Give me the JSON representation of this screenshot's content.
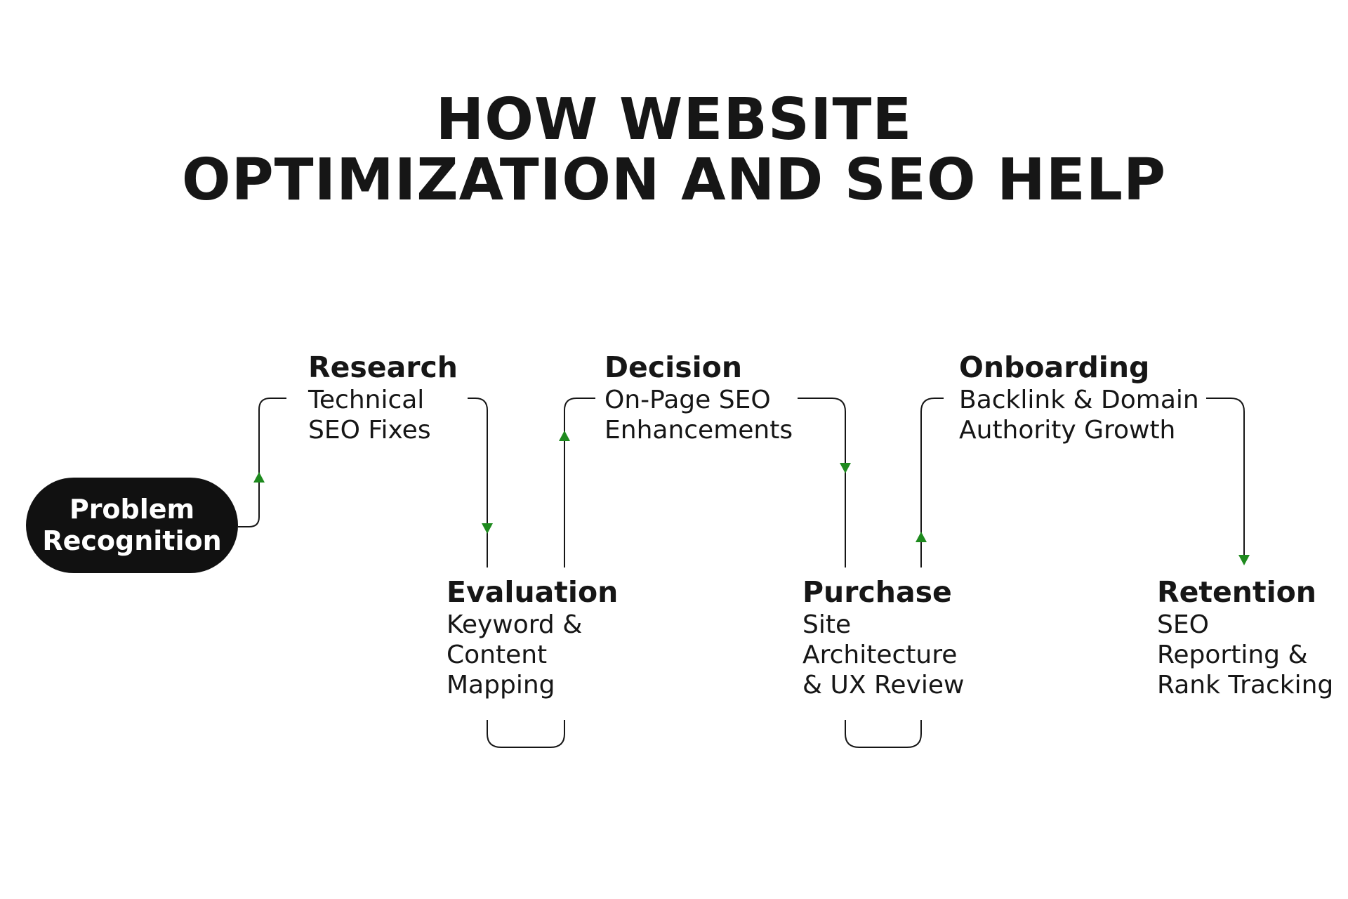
{
  "title": {
    "line1": "HOW WEBSITE",
    "line2": "OPTIMIZATION AND SEO HELP"
  },
  "start": {
    "line1": "Problem",
    "line2": "Recognition"
  },
  "stages": {
    "research": {
      "title": "Research",
      "desc": [
        "Technical",
        "SEO Fixes"
      ]
    },
    "evaluation": {
      "title": "Evaluation",
      "desc": [
        "Keyword &",
        "Content",
        "Mapping"
      ]
    },
    "decision": {
      "title": "Decision",
      "desc": [
        "On-Page SEO",
        "Enhancements"
      ]
    },
    "purchase": {
      "title": "Purchase",
      "desc": [
        "Site",
        "Architecture",
        "& UX Review"
      ]
    },
    "onboarding": {
      "title": "Onboarding",
      "desc": [
        "Backlink & Domain",
        "Authority Growth"
      ]
    },
    "retention": {
      "title": "Retention",
      "desc": [
        "SEO",
        "Reporting &",
        "Rank Tracking"
      ]
    }
  },
  "colors": {
    "text": "#161616",
    "line": "#161616",
    "arrow": "#1e8a1e",
    "pill": "#111111",
    "pill_text": "#ffffff",
    "background": "#ffffff"
  }
}
